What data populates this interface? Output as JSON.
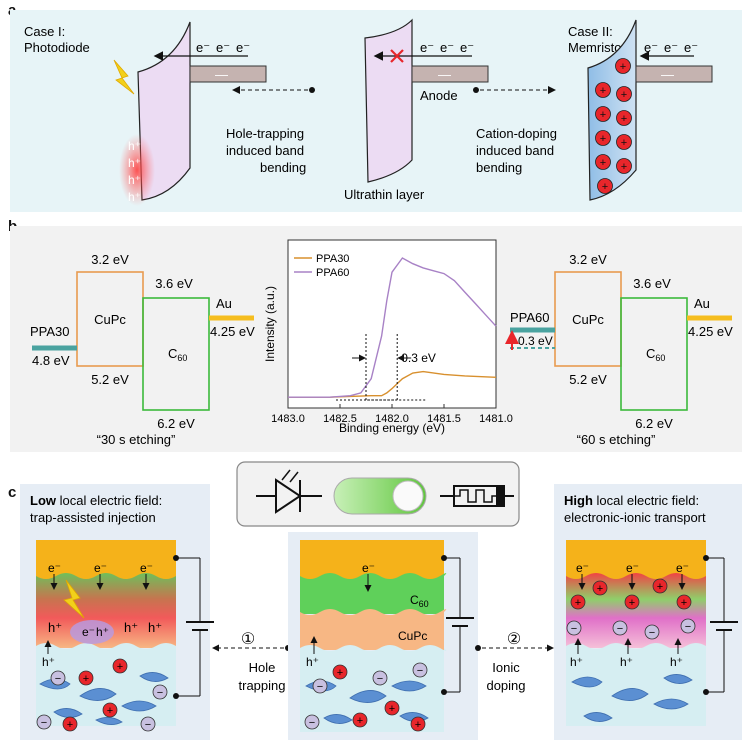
{
  "panel_a": {
    "label": "a",
    "case1": {
      "title_line1": "Case I:",
      "title_line2": "Photodiode"
    },
    "case2": {
      "title_line1": "Case II:",
      "title_line2": "Memristor"
    },
    "electrons": [
      "e⁻",
      "e⁻",
      "e⁻"
    ],
    "minus": "—",
    "holes": [
      "h⁺",
      "h⁺",
      "h⁺",
      "h⁺"
    ],
    "cation": "+",
    "anode": "Anode",
    "ultrathin": "Ultrathin layer",
    "left_caption": [
      "Hole-trapping",
      "induced band",
      "bending"
    ],
    "right_caption": [
      "Cation-doping",
      "induced band",
      "bending"
    ]
  },
  "panel_b": {
    "label": "b",
    "left": {
      "ppa": "PPA30",
      "ppa_ev": "4.8 eV",
      "cupc": "CuPc",
      "cupc_top": "3.2 eV",
      "cupc_bottom": "5.2 eV",
      "c60": "C",
      "c60_sub": "60",
      "c60_top": "3.6 eV",
      "c60_bottom": "6.2 eV",
      "au": "Au",
      "au_ev": "4.25 eV",
      "caption": "“30 s etching”"
    },
    "right": {
      "ppa": "PPA60",
      "shift": "0.3 eV",
      "cupc": "CuPc",
      "cupc_top": "3.2 eV",
      "cupc_bottom": "5.2 eV",
      "c60": "C",
      "c60_sub": "60",
      "c60_top": "3.6 eV",
      "c60_bottom": "6.2 eV",
      "au": "Au",
      "au_ev": "4.25 eV",
      "caption": "“60 s etching”"
    },
    "chart_data": {
      "type": "line",
      "xlabel": "Binding energy (eV)",
      "ylabel": "Intensity (a.u.)",
      "xlim": [
        1483.0,
        1481.0
      ],
      "xticks": [
        "1483.0",
        "1482.5",
        "1482.0",
        "1481.5",
        "1481.0"
      ],
      "annotation": "0.3 eV",
      "legend_position": "top-left",
      "series": [
        {
          "name": "PPA30",
          "color": "#d8902e",
          "x": [
            1483.0,
            1482.6,
            1482.2,
            1482.1,
            1482.05,
            1482.0,
            1481.9,
            1481.8,
            1481.7,
            1481.5,
            1481.3,
            1481.0
          ],
          "y": [
            0.02,
            0.02,
            0.03,
            0.03,
            0.05,
            0.08,
            0.15,
            0.19,
            0.2,
            0.18,
            0.17,
            0.16
          ]
        },
        {
          "name": "PPA60",
          "color": "#a882c6",
          "x": [
            1483.0,
            1482.6,
            1482.4,
            1482.3,
            1482.2,
            1482.1,
            1482.05,
            1482.0,
            1481.9,
            1481.8,
            1481.7,
            1481.6,
            1481.5,
            1481.4,
            1481.3,
            1481.2,
            1481.1,
            1481.0
          ],
          "y": [
            0.02,
            0.02,
            0.03,
            0.05,
            0.15,
            0.45,
            0.7,
            0.9,
            1.0,
            0.96,
            0.93,
            0.91,
            0.89,
            0.84,
            0.76,
            0.68,
            0.6,
            0.52
          ]
        }
      ]
    }
  },
  "panel_c": {
    "label": "c",
    "left_title_bold": "Low",
    "left_title_rest": " local electric field:",
    "left_title_line2": "trap-assisted injection",
    "right_title_bold": "High",
    "right_title_rest": " local electric field:",
    "right_title_line2": "electronic-ionic transport",
    "c60": "C",
    "c60_sub": "60",
    "cupc": "CuPc",
    "step1_num": "①",
    "step1_label": [
      "Hole",
      "trapping"
    ],
    "step2_num": "②",
    "step2_label": [
      "Ionic",
      "doping"
    ],
    "e": "e⁻",
    "h": "h⁺",
    "plus": "+",
    "minus": "−"
  },
  "colors": {
    "panel_a_bg": "#e7f4f7",
    "panel_b_bg": "#f2f2f2",
    "panel_c_bg": "#e6edf5",
    "purple_fill": "#ecdcf3",
    "orange_box": "#e89b4f",
    "green_box": "#3cba3c",
    "teal": "#4aa3a0",
    "gold": "#f5bd1f",
    "red": "#e8262b"
  }
}
